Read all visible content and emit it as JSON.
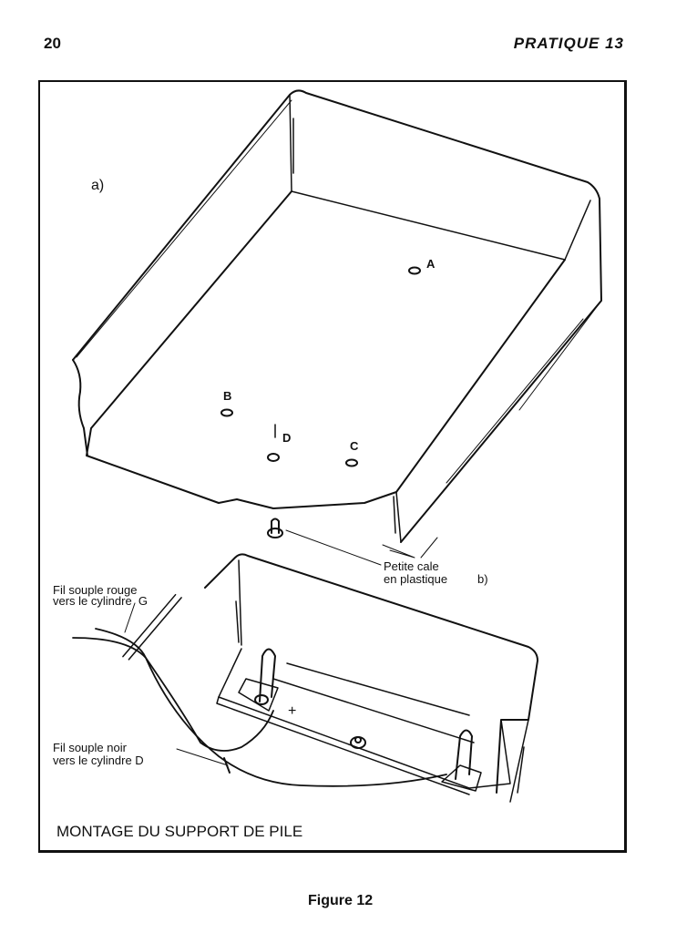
{
  "header": {
    "page_number": "20",
    "title": "PRATIQUE 13"
  },
  "figure": {
    "part_a_label": "a)",
    "part_b_label": "b)",
    "hole_labels": {
      "A": "A",
      "B": "B",
      "C": "C",
      "D": "D"
    },
    "spacer_label": [
      "Petite cale",
      "en plastique"
    ],
    "red_wire_label": [
      "Fil souple rouge",
      "vers le cylindre  G"
    ],
    "black_wire_label": [
      "Fil souple noir",
      "vers le cylindre D"
    ],
    "plus_sign": "+",
    "caption": "MONTAGE DU SUPPORT DE PILE"
  },
  "footer": {
    "figure_title": "Figure 12"
  }
}
